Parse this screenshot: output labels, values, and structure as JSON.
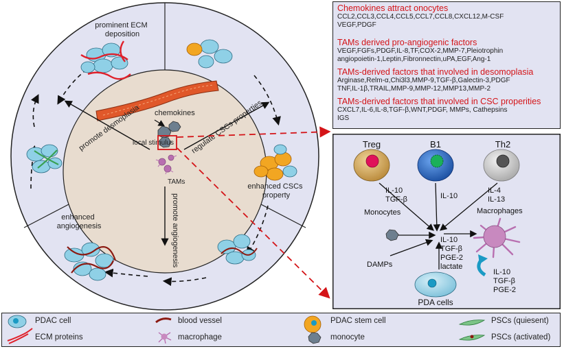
{
  "circle": {
    "segments": {
      "ecm_deposition": "prominent ECM deposition",
      "promote_desmoplasia": "promote desmoplasia",
      "regulate_cscs": "regulate CSCs properties",
      "enhanced_cscs": "enhanced CSCs property",
      "promote_angiogenesis": "promote angiogenesis",
      "enhanced_angiogenesis": "enhanced angiogenesis"
    },
    "center": {
      "chemokines": "chemokines",
      "local_stimulus": "local stimulus",
      "tams": "TAMs"
    }
  },
  "factors_box": {
    "sections": [
      {
        "title": "Chemokines attract onocytes",
        "lines": [
          "CCL2,CCL3,CCL4,CCL5,CCL7,CCL8,CXCL12,M-CSF",
          "VEGF,PDGF"
        ]
      },
      {
        "title": "TAMs derived pro-angiogenic factors",
        "lines": [
          "VEGF,FGFs,PDGF,IL-8,TF,COX-2,MMP-7,Pleiotrophin",
          "angiopoietin-1,Leptin,Fibronnectin,uPA,EGF,Ang-1"
        ]
      },
      {
        "title": "TAMs-derived factors that  involved in  desomoplasia",
        "lines": [
          "Arginase,Relm-α,Chi3l3,MMP-9,TGF-β,Galectin-3,PDGF",
          "TNF,IL-1β,TRAIL,MMP-9,MMP-12,MMP13,MMP-2"
        ]
      },
      {
        "title": "TAMs-derived factors that  involved in  CSC  properities",
        "lines": [
          "CXCL7,IL-6,IL-8,TGF-β,WNT,PDGF, MMPs, Cathepsins",
          "IGS"
        ]
      }
    ]
  },
  "polarization": {
    "treg": {
      "label": "Treg",
      "factors": [
        "IL-10",
        "TGF-β"
      ]
    },
    "b1": {
      "label": "B1",
      "factors": [
        "IL-10"
      ]
    },
    "th2": {
      "label": "Th2",
      "factors": [
        "IL-4",
        "IL-13"
      ]
    },
    "monocytes": "Monocytes",
    "macrophages": "Macrophages",
    "damps": "DAMPs",
    "pda_cells": "PDA cells",
    "center_factors": [
      "IL-10",
      "TGF-β",
      "PGE-2",
      "lactate"
    ],
    "feedback_factors": [
      "IL-10",
      "TGF-β",
      "PGE-2"
    ]
  },
  "legend": {
    "pdac_cell": "PDAC cell",
    "blood_vessel": "blood vessel",
    "pdac_stem_cell": "PDAC stem cell",
    "pscs_quiescent": "PSCs (quiesent)",
    "ecm_proteins": "ECM proteins",
    "macrophage": "macrophage",
    "monocyte": "monocyte",
    "pscs_activated": "PSCs (activated)"
  },
  "colors": {
    "panel_bg": "#e2e3f2",
    "inner_circle": "#e8dccf",
    "accent_red": "#d41418",
    "treg": "#d6a860",
    "b1": "#2466c4",
    "th2": "#c8c8c8",
    "pdac_cell": "#8fd0e6",
    "vessel": "#e0582a",
    "macrophage": "#b86fb0"
  }
}
